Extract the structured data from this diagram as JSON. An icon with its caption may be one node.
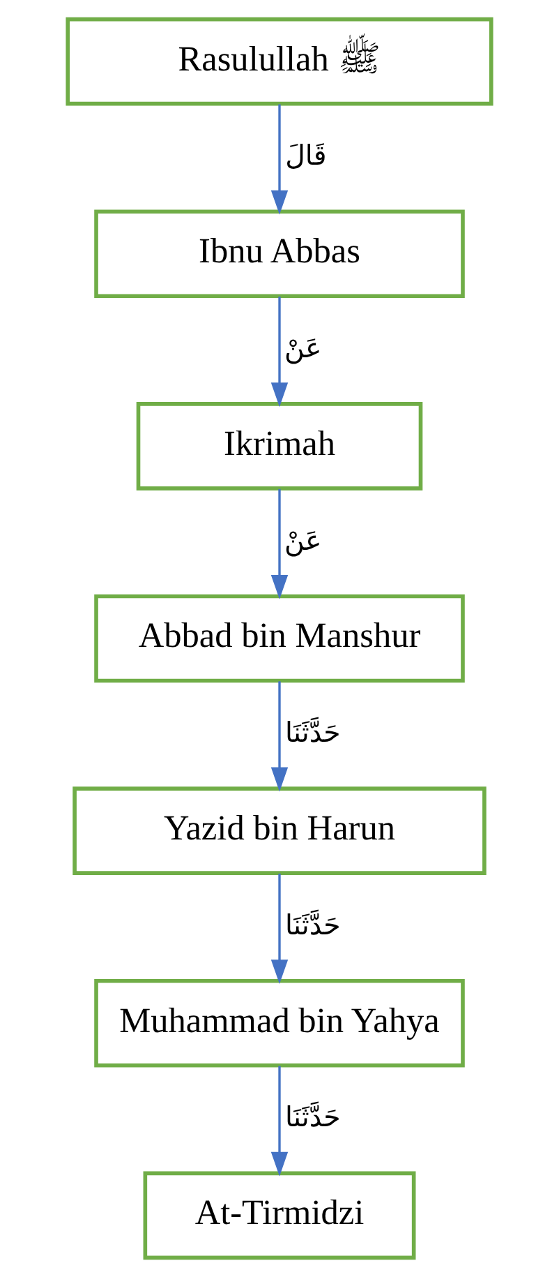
{
  "diagram": {
    "nodes": [
      {
        "text": [
          "Rasulullah ﷺ"
        ]
      },
      {
        "text": [
          "Ibnu Abbas"
        ]
      },
      {
        "text": [
          "Ikrimah"
        ]
      },
      {
        "text": [
          "Abbad bin Manshur"
        ]
      },
      {
        "text": [
          "Yazid bin Harun"
        ]
      },
      {
        "text": [
          "Muhammad bin Yahya"
        ]
      },
      {
        "text": [
          "At-Tirmidzi"
        ]
      }
    ],
    "edges": [
      {
        "from": 0,
        "to": 1,
        "arrow": "to",
        "label": "قَالَ"
      },
      {
        "from": 1,
        "to": 2,
        "arrow": "to",
        "label": "عَنْ"
      },
      {
        "from": 2,
        "to": 3,
        "arrow": "to",
        "label": "عَنْ"
      },
      {
        "from": 3,
        "to": 4,
        "arrow": "to",
        "label": "حَدَّثَنَا"
      },
      {
        "from": 4,
        "to": 5,
        "arrow": "to",
        "label": "حَدَّثَنَا"
      },
      {
        "from": 5,
        "to": 6,
        "arrow": "to",
        "label": "حَدَّثَنَا"
      }
    ]
  }
}
